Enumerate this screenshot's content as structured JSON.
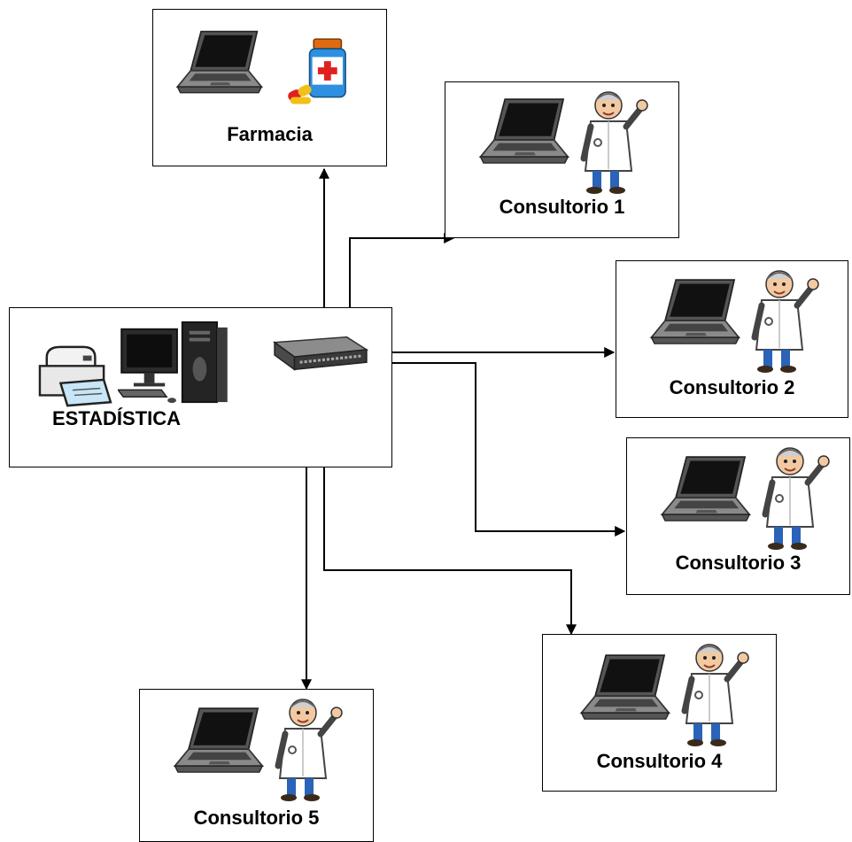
{
  "nodes": {
    "estadistica": {
      "label": "ESTADÍSTICA"
    },
    "farmacia": {
      "label": "Farmacia"
    },
    "consultorio_1": {
      "label": "Consultorio 1"
    },
    "consultorio_2": {
      "label": "Consultorio 2"
    },
    "consultorio_3": {
      "label": "Consultorio 3"
    },
    "consultorio_4": {
      "label": "Consultorio 4"
    },
    "consultorio_5": {
      "label": "Consultorio 5"
    }
  },
  "icons": {
    "laptop": "laptop-icon",
    "medicine": "medicine-bottle-icon",
    "doctor": "doctor-icon",
    "printer": "printer-icon",
    "desktop": "desktop-computer-icon",
    "switch": "network-switch-icon"
  },
  "colors": {
    "line": "#000000",
    "laptop_body": "#6f6f6f",
    "bottle": "#2f8fe0",
    "cross": "#e02020",
    "coat": "#ffffff",
    "pants": "#2a63b8"
  }
}
